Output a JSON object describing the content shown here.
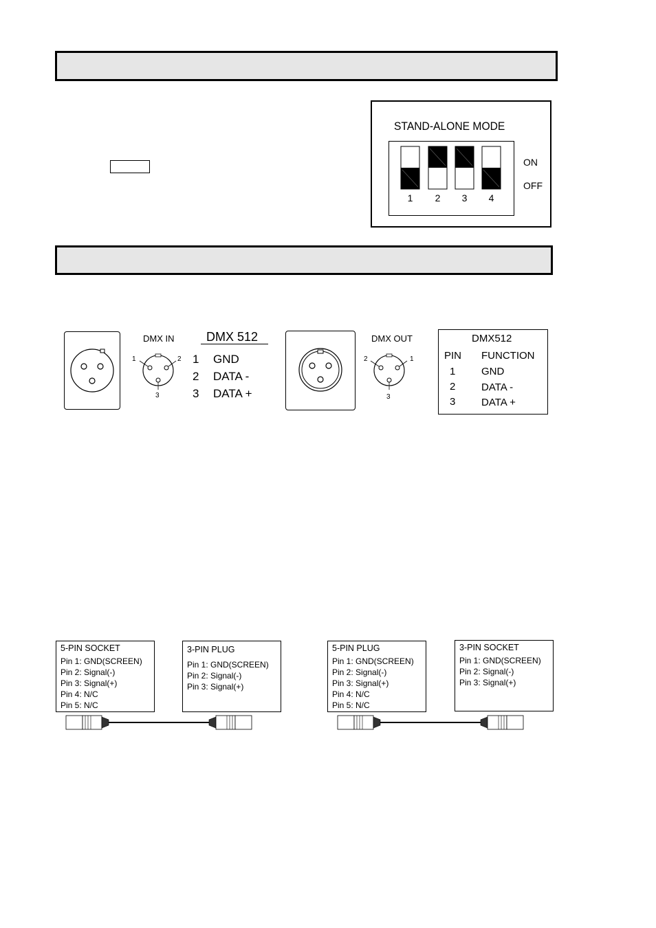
{
  "sections": {
    "header1": {
      "text": ""
    },
    "header2": {
      "text": ""
    }
  },
  "small_button": {
    "label": ""
  },
  "dip_switch": {
    "title": "STAND-ALONE MODE",
    "on_label": "ON",
    "off_label": "OFF",
    "switches": [
      {
        "number": "1",
        "state": "OFF"
      },
      {
        "number": "2",
        "state": "ON"
      },
      {
        "number": "3",
        "state": "ON"
      },
      {
        "number": "4",
        "state": "OFF"
      }
    ]
  },
  "dmx_in": {
    "label": "DMX IN",
    "pins": [
      "1",
      "2",
      "3"
    ],
    "table_title": "DMX 512",
    "rows": [
      {
        "pin": "1",
        "function": "GND"
      },
      {
        "pin": "2",
        "function": "DATA -"
      },
      {
        "pin": "3",
        "function": "DATA +"
      }
    ]
  },
  "dmx_out": {
    "label": "DMX OUT",
    "pins": [
      "2",
      "1",
      "3"
    ],
    "table_title": "DMX512",
    "pin_header": "PIN",
    "function_header": "FUNCTION",
    "rows": [
      {
        "pin": "1",
        "function": "GND"
      },
      {
        "pin": "2",
        "function": "DATA -"
      },
      {
        "pin": "3",
        "function": "DATA +"
      }
    ]
  },
  "cable_left": {
    "a": {
      "title": "5-PIN SOCKET",
      "lines": [
        "Pin 1: GND(SCREEN)",
        "Pin 2: Signal(-)",
        "Pin 3: Signal(+)",
        "Pin 4: N/C",
        "Pin 5: N/C"
      ]
    },
    "b": {
      "title": "3-PIN PLUG",
      "lines": [
        "Pin 1: GND(SCREEN)",
        "Pin 2: Signal(-)",
        "Pin 3: Signal(+)"
      ]
    }
  },
  "cable_right": {
    "a": {
      "title": "5-PIN PLUG",
      "lines": [
        "Pin 1: GND(SCREEN)",
        "Pin 2: Signal(-)",
        "Pin 3: Signal(+)",
        "Pin 4: N/C",
        "Pin 5: N/C"
      ]
    },
    "b": {
      "title": "3-PIN SOCKET",
      "lines": [
        "Pin 1: GND(SCREEN)",
        "Pin 2: Signal(-)",
        "Pin 3: Signal(+)"
      ]
    }
  }
}
